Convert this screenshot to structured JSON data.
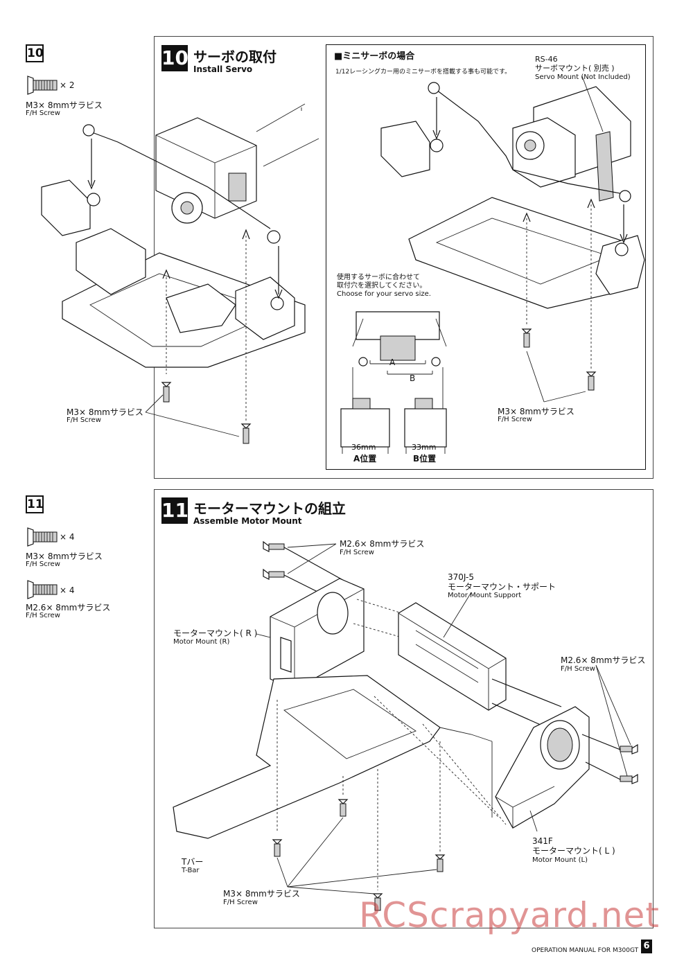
{
  "step10": {
    "number": "10",
    "title_jp": "サーボの取付",
    "title_en": "Install Servo",
    "parts": [
      {
        "icon": "flat-head-screw-icon",
        "qty": "× 2",
        "name_jp": "M3× 8mmサラビス",
        "name_en": "F/H Screw"
      }
    ],
    "callout_screw_jp": "M3× 8mmサラビス",
    "callout_screw_en": "F/H Screw",
    "inset": {
      "heading": "■ミニサーボの場合",
      "note": "1/12レーシングカー用のミニサーボを搭載する事も可能です。",
      "mount_code": "RS-46",
      "mount_jp": "サーボマウント( 別売 )",
      "mount_en": "Servo Mount (Not Included)",
      "choose_jp1": "使用するサーボに合わせて",
      "choose_jp2": "取付穴を選択してください。",
      "choose_en": "Choose for your servo size.",
      "label_a": "A",
      "label_b": "B",
      "size_a": "36mm",
      "size_b": "33mm",
      "pos_a": "A位置",
      "pos_b": "B位置",
      "screw_jp": "M3× 8mmサラビス",
      "screw_en": "F/H Screw"
    }
  },
  "step11": {
    "number": "11",
    "title_jp": "モーターマウントの組立",
    "title_en": "Assemble Motor Mount",
    "parts": [
      {
        "icon": "flat-head-screw-icon",
        "qty": "× 4",
        "name_jp": "M3× 8mmサラビス",
        "name_en": "F/H Screw"
      },
      {
        "icon": "flat-head-screw-icon",
        "qty": "× 4",
        "name_jp": "M2.6× 8mmサラビス",
        "name_en": "F/H Screw"
      }
    ],
    "callouts": {
      "screw_top_jp": "M2.6× 8mmサラビス",
      "screw_top_en": "F/H Screw",
      "support_code": "370J-5",
      "support_jp": "モーターマウント・サポート",
      "support_en": "Motor Mount Support",
      "mount_r_jp": "モーターマウント( R )",
      "mount_r_en": "Motor Mount (R)",
      "screw_right_jp": "M2.6× 8mmサラビス",
      "screw_right_en": "F/H Screw",
      "mount_l_code": "341F",
      "mount_l_jp": "モーターマウント( L )",
      "mount_l_en": "Motor Mount (L)",
      "tbar_jp": "Tバー",
      "tbar_en": "T-Bar",
      "screw_bottom_jp": "M3× 8mmサラビス",
      "screw_bottom_en": "F/H Screw"
    }
  },
  "footer": {
    "manual": "OPERATION MANUAL FOR M300GT",
    "page": "6"
  },
  "watermark": "RCScrapyard.net"
}
